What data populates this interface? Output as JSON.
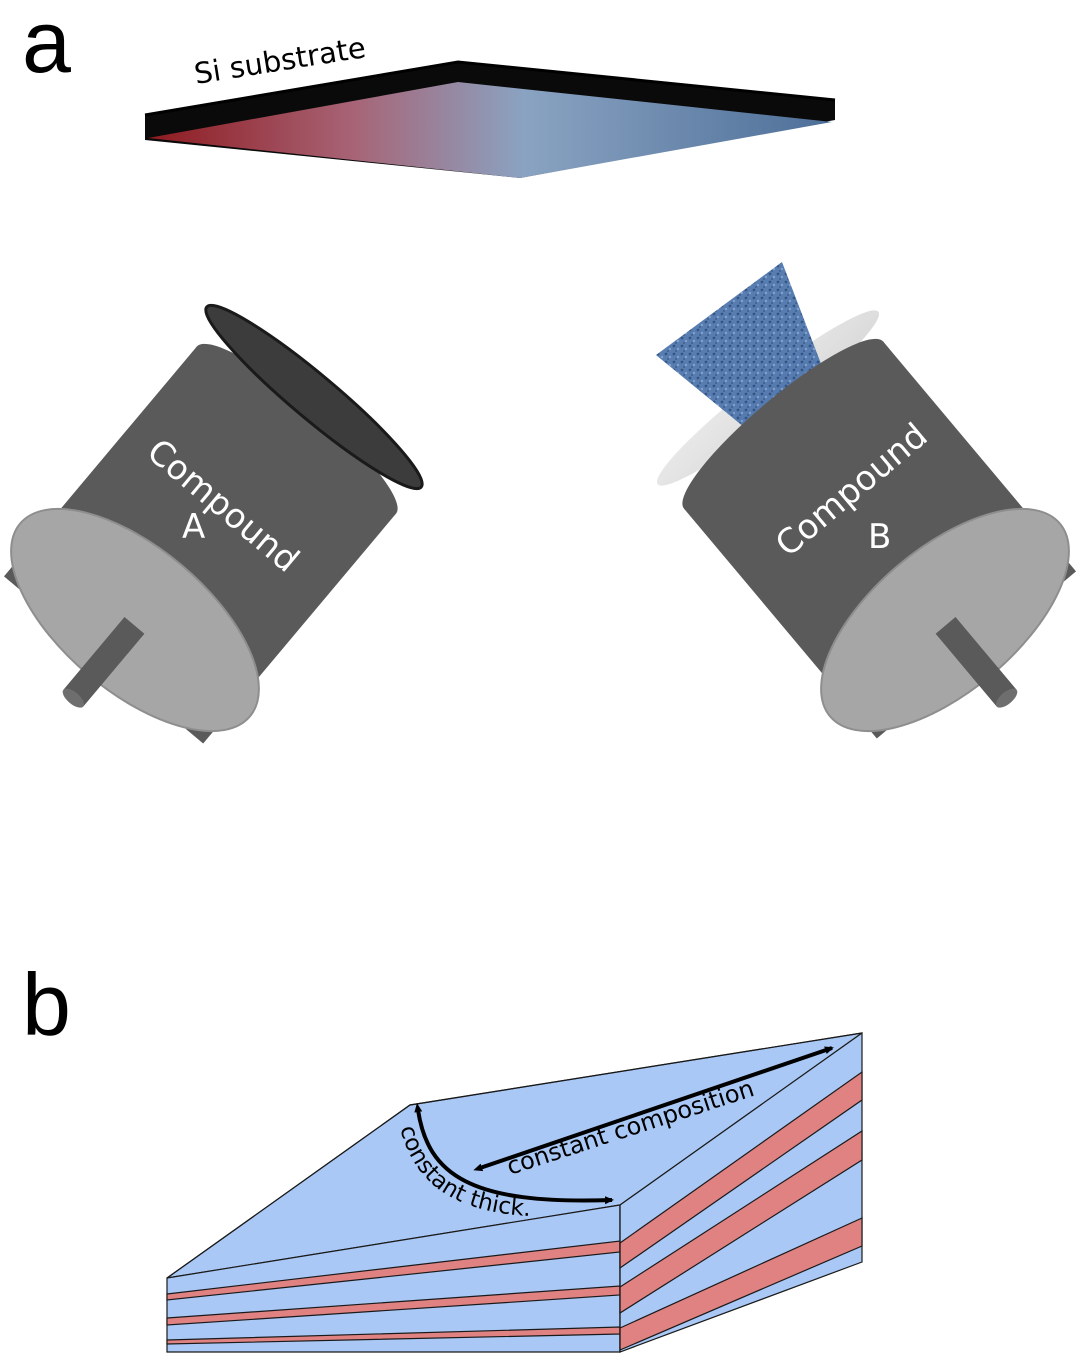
{
  "panel_a": {
    "letter": "a",
    "substrate_label": "Si substrate",
    "source_left": {
      "line1": "Compound",
      "line2": "A"
    },
    "source_right": {
      "line1": "Compound",
      "line2": "B"
    }
  },
  "panel_b": {
    "letter": "b",
    "arrow_composition_label": "constant composition",
    "arrow_thickness_label": "constant thick."
  },
  "colors": {
    "compound_a": "#d9787a",
    "compound_b": "#4f76ad",
    "layer_blue": "#a9c8f5",
    "layer_red": "#e08282",
    "source_body": "#5a5a5a",
    "source_face": "#a6a6a6"
  }
}
